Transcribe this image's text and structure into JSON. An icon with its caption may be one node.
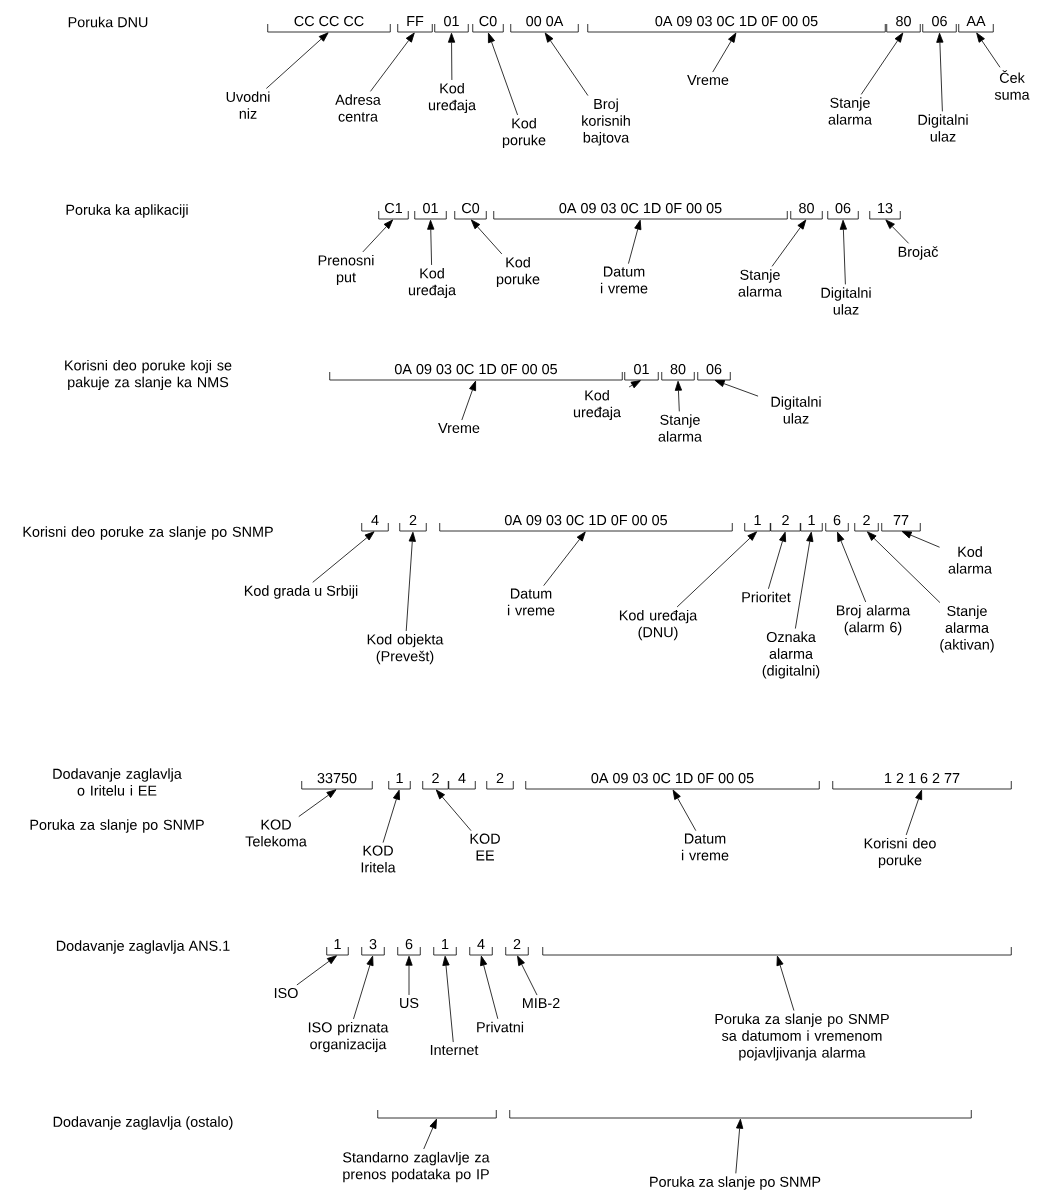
{
  "diagram": {
    "nodes": [
      {
        "text": [
          "CC CC CC"
        ]
      },
      {
        "text": [
          "FF"
        ]
      },
      {
        "text": [
          "01"
        ]
      },
      {
        "text": [
          "C0"
        ]
      },
      {
        "text": [
          "00 0A"
        ]
      },
      {
        "text": [
          "0A 09 03 0C 1D 0F 00 05"
        ]
      },
      {
        "text": [
          "80"
        ]
      },
      {
        "text": [
          "06"
        ]
      },
      {
        "text": [
          "AA"
        ]
      },
      {
        "text": [
          "Uvodni niz"
        ]
      },
      {
        "text": [
          "Adresa centra"
        ]
      },
      {
        "text": [
          "Kod uređaja"
        ]
      },
      {
        "text": [
          "Kod poruke"
        ]
      },
      {
        "text": [
          "Broj korisnih bajtova"
        ]
      },
      {
        "text": [
          "Vreme"
        ]
      },
      {
        "text": [
          "Stanje alarma"
        ]
      },
      {
        "text": [
          "Digitalni ulaz"
        ]
      },
      {
        "text": [
          "Ček suma"
        ]
      },
      {
        "text": [
          "C1"
        ]
      },
      {
        "text": [
          "01"
        ]
      },
      {
        "text": [
          "C0"
        ]
      },
      {
        "text": [
          "0A 09 03 0C 1D 0F 00 05"
        ]
      },
      {
        "text": [
          "80"
        ]
      },
      {
        "text": [
          "06"
        ]
      },
      {
        "text": [
          "13"
        ]
      },
      {
        "text": [
          "Prenosni put"
        ]
      },
      {
        "text": [
          "Kod uređaja"
        ]
      },
      {
        "text": [
          "Kod poruke"
        ]
      },
      {
        "text": [
          "Datum i vreme"
        ]
      },
      {
        "text": [
          "Stanje alarma"
        ]
      },
      {
        "text": [
          "Digitalni ulaz"
        ]
      },
      {
        "text": [
          "Brojač"
        ]
      },
      {
        "text": [
          "0A 09 03 0C 1D 0F 00 05"
        ]
      },
      {
        "text": [
          "01"
        ]
      },
      {
        "text": [
          "80"
        ]
      },
      {
        "text": [
          "06"
        ]
      },
      {
        "text": [
          "Vreme"
        ]
      },
      {
        "text": [
          "Kod uređaja"
        ]
      },
      {
        "text": [
          "Stanje alarma"
        ]
      },
      {
        "text": [
          "Digitalni ulaz"
        ]
      },
      {
        "text": [
          "4"
        ]
      },
      {
        "text": [
          "2"
        ]
      },
      {
        "text": [
          "0A 09 03 0C 1D 0F 00 05"
        ]
      },
      {
        "text": [
          "1"
        ]
      },
      {
        "text": [
          "2"
        ]
      },
      {
        "text": [
          "1"
        ]
      },
      {
        "text": [
          "6"
        ]
      },
      {
        "text": [
          "2"
        ]
      },
      {
        "text": [
          "77"
        ]
      },
      {
        "text": [
          "Kod grada u Srbiji"
        ]
      },
      {
        "text": [
          "Kod objekta (Prevešt)"
        ]
      },
      {
        "text": [
          "Datum i vreme"
        ]
      },
      {
        "text": [
          "Kod uređaja (DNU)"
        ]
      },
      {
        "text": [
          "Prioritet"
        ]
      },
      {
        "text": [
          "Oznaka alarma (digitalni)"
        ]
      },
      {
        "text": [
          "Broj alarma (alarm 6)"
        ]
      },
      {
        "text": [
          "Stanje alarma (aktivan)"
        ]
      },
      {
        "text": [
          "Kod alarma"
        ]
      },
      {
        "text": [
          "33750"
        ]
      },
      {
        "text": [
          "1"
        ]
      },
      {
        "text": [
          "2"
        ]
      },
      {
        "text": [
          "4"
        ]
      },
      {
        "text": [
          "2"
        ]
      },
      {
        "text": [
          "0A 09 03 0C 1D 0F 00 05"
        ]
      },
      {
        "text": [
          "1 2 1 6 2 77"
        ]
      },
      {
        "text": [
          "KOD Telekoma"
        ]
      },
      {
        "text": [
          "KOD Iritela"
        ]
      },
      {
        "text": [
          "KOD EE"
        ]
      },
      {
        "text": [
          "Datum i vreme"
        ]
      },
      {
        "text": [
          "Korisni deo poruke"
        ]
      },
      {
        "text": [
          "1"
        ]
      },
      {
        "text": [
          "3"
        ]
      },
      {
        "text": [
          "6"
        ]
      },
      {
        "text": [
          "1"
        ]
      },
      {
        "text": [
          "4"
        ]
      },
      {
        "text": [
          "2"
        ]
      },
      {
        "text": [],
        "shape": "bracket"
      },
      {
        "text": [
          "ISO"
        ]
      },
      {
        "text": [
          "ISO priznata organizacija"
        ]
      },
      {
        "text": [
          "US"
        ]
      },
      {
        "text": [
          "Internet"
        ]
      },
      {
        "text": [
          "Privatni"
        ]
      },
      {
        "text": [
          "MIB-2"
        ]
      },
      {
        "text": [
          "Poruka za slanje po SNMP sa datumom i vremenom pojavljivanja alarma"
        ]
      },
      {
        "text": [],
        "shape": "bracket"
      },
      {
        "text": [],
        "shape": "bracket"
      },
      {
        "text": [
          "Standarno zaglavlje za prenos podataka po IP"
        ]
      },
      {
        "text": [
          "Poruka za slanje po SNMP"
        ]
      }
    ],
    "edges": [
      {
        "from": 9,
        "to": 0,
        "arrow": "to"
      },
      {
        "from": 10,
        "to": 1,
        "arrow": "to"
      },
      {
        "from": 11,
        "to": 2,
        "arrow": "to"
      },
      {
        "from": 12,
        "to": 3,
        "arrow": "to"
      },
      {
        "from": 13,
        "to": 4,
        "arrow": "to"
      },
      {
        "from": 14,
        "to": 5,
        "arrow": "to"
      },
      {
        "from": 15,
        "to": 6,
        "arrow": "to"
      },
      {
        "from": 16,
        "to": 7,
        "arrow": "to"
      },
      {
        "from": 17,
        "to": 8,
        "arrow": "to"
      },
      {
        "from": 25,
        "to": 18,
        "arrow": "to"
      },
      {
        "from": 26,
        "to": 19,
        "arrow": "to"
      },
      {
        "from": 27,
        "to": 20,
        "arrow": "to"
      },
      {
        "from": 28,
        "to": 21,
        "arrow": "to"
      },
      {
        "from": 29,
        "to": 22,
        "arrow": "to"
      },
      {
        "from": 30,
        "to": 23,
        "arrow": "to"
      },
      {
        "from": 31,
        "to": 24,
        "arrow": "to"
      },
      {
        "from": 36,
        "to": 32,
        "arrow": "to"
      },
      {
        "from": 37,
        "to": 33,
        "arrow": "to"
      },
      {
        "from": 38,
        "to": 34,
        "arrow": "to"
      },
      {
        "from": 39,
        "to": 35,
        "arrow": "to"
      },
      {
        "from": 49,
        "to": 40,
        "arrow": "to"
      },
      {
        "from": 50,
        "to": 41,
        "arrow": "to"
      },
      {
        "from": 51,
        "to": 42,
        "arrow": "to"
      },
      {
        "from": 52,
        "to": 43,
        "arrow": "to"
      },
      {
        "from": 53,
        "to": 44,
        "arrow": "to"
      },
      {
        "from": 54,
        "to": 45,
        "arrow": "to"
      },
      {
        "from": 55,
        "to": 46,
        "arrow": "to"
      },
      {
        "from": 56,
        "to": 47,
        "arrow": "to"
      },
      {
        "from": 57,
        "to": 48,
        "arrow": "to"
      },
      {
        "from": 65,
        "to": 58,
        "arrow": "to"
      },
      {
        "from": 66,
        "to": 59,
        "arrow": "to"
      },
      {
        "from": 67,
        "to": 60,
        "arrow": "to"
      },
      {
        "from": 68,
        "to": 63,
        "arrow": "to"
      },
      {
        "from": 69,
        "to": 64,
        "arrow": "to"
      },
      {
        "from": 77,
        "to": 70,
        "arrow": "to"
      },
      {
        "from": 78,
        "to": 71,
        "arrow": "to"
      },
      {
        "from": 79,
        "to": 72,
        "arrow": "to"
      },
      {
        "from": 80,
        "to": 73,
        "arrow": "to"
      },
      {
        "from": 81,
        "to": 74,
        "arrow": "to"
      },
      {
        "from": 82,
        "to": 75,
        "arrow": "to"
      },
      {
        "from": 83,
        "to": 76,
        "arrow": "to"
      },
      {
        "from": 86,
        "to": 84,
        "arrow": "to"
      },
      {
        "from": 87,
        "to": 85,
        "arrow": "to"
      }
    ],
    "labels": [
      "Poruka DNU",
      "Poruka ka aplikaciji",
      "Korisni deo poruke koji se pakuje za slanje ka NMS",
      "Korisni deo poruke za slanje po SNMP",
      "Dodavanje zaglavlja o Iritelu i EE",
      "Poruka za slanje po SNMP",
      "Dodavanje zaglavlja ANS.1",
      "Dodavanje zaglavlja (ostalo)"
    ]
  }
}
